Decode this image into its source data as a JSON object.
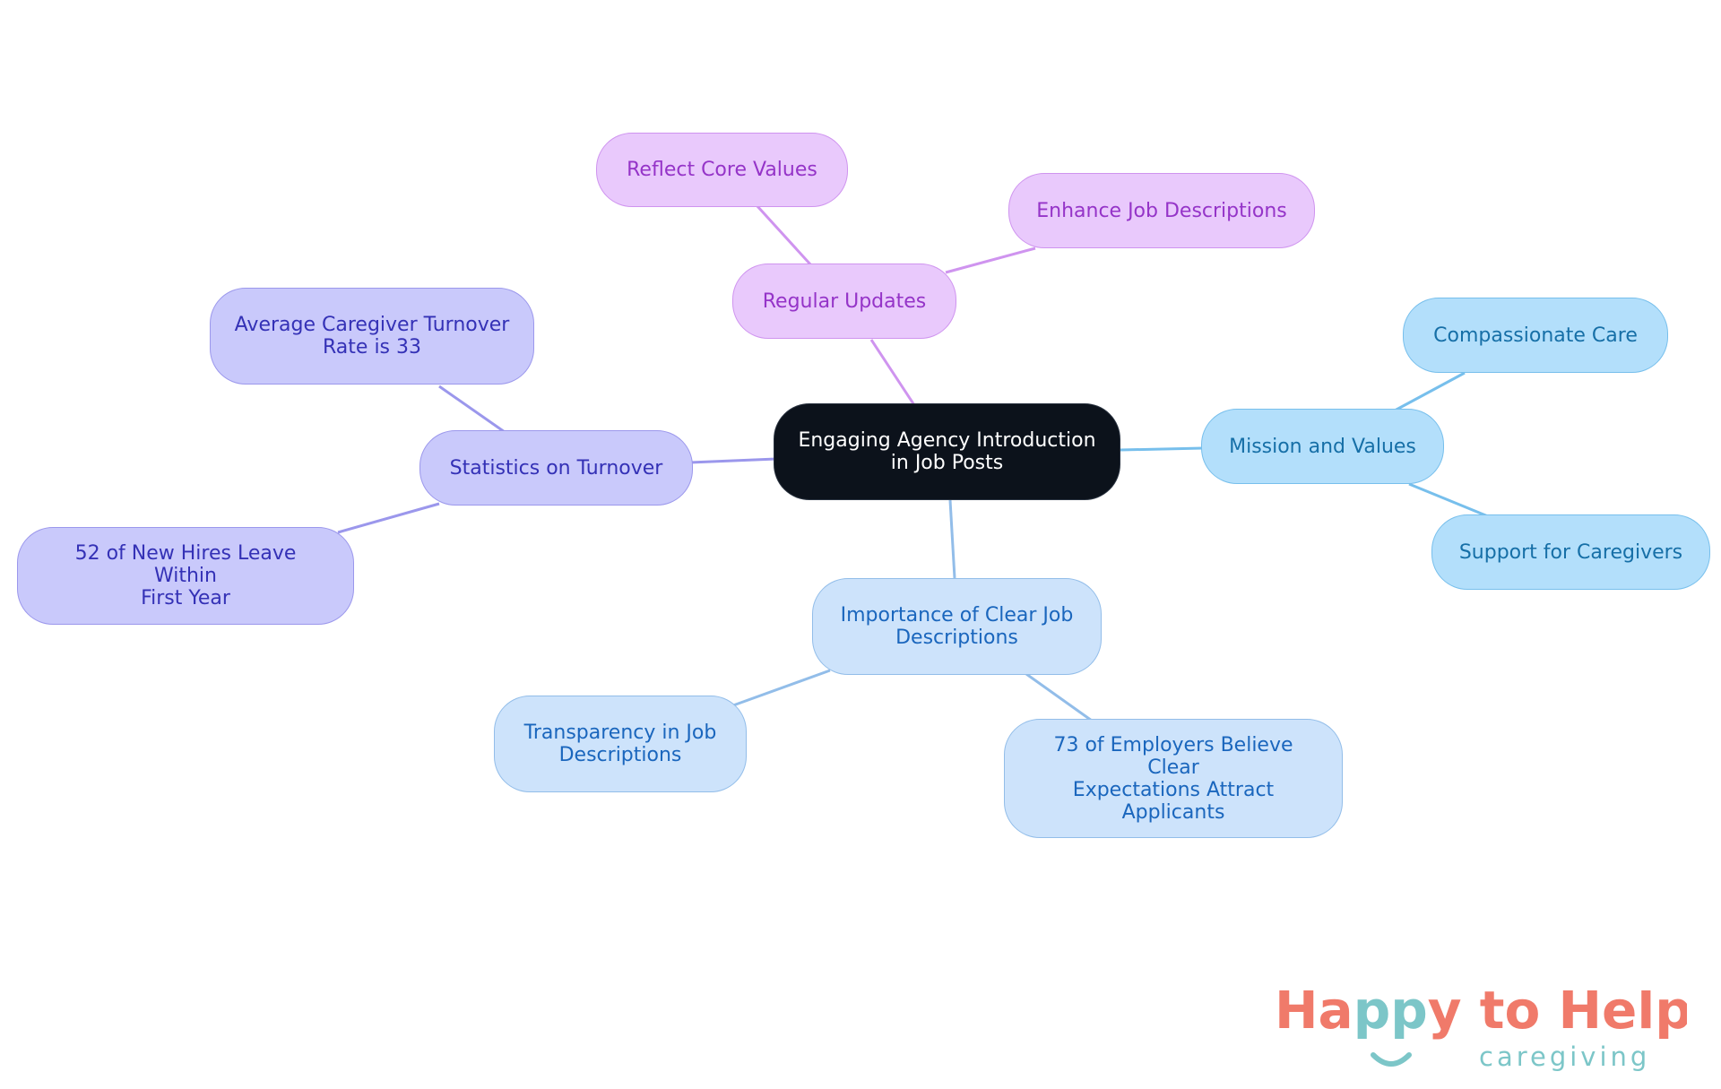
{
  "diagram": {
    "root": "Engaging Agency Introduction\nin Job Posts",
    "branches": {
      "statistics": {
        "label": "Statistics on Turnover",
        "children": [
          "Average Caregiver Turnover\nRate is 33",
          "52 of New Hires Leave Within\nFirst Year"
        ]
      },
      "updates": {
        "label": "Regular Updates",
        "children": [
          "Reflect Core Values",
          "Enhance Job Descriptions"
        ]
      },
      "mission": {
        "label": "Mission and Values",
        "children": [
          "Compassionate Care",
          "Support for Caregivers"
        ]
      },
      "clarity": {
        "label": "Importance of Clear Job\nDescriptions",
        "children": [
          "Transparency in Job\nDescriptions",
          "73 of Employers Believe Clear\nExpectations Attract\nApplicants"
        ]
      }
    }
  },
  "logo": {
    "brand": "Happy to Help",
    "tagline": "caregiving"
  },
  "colors": {
    "root": "#0c121b",
    "violet_branch": "#c9c9fb",
    "purple_branch": "#e9c9fc",
    "sky_branch": "#b3dffb",
    "pale_branch": "#cde3fb",
    "logo_coral": "#f07a6a",
    "logo_teal": "#7cc6c8"
  }
}
